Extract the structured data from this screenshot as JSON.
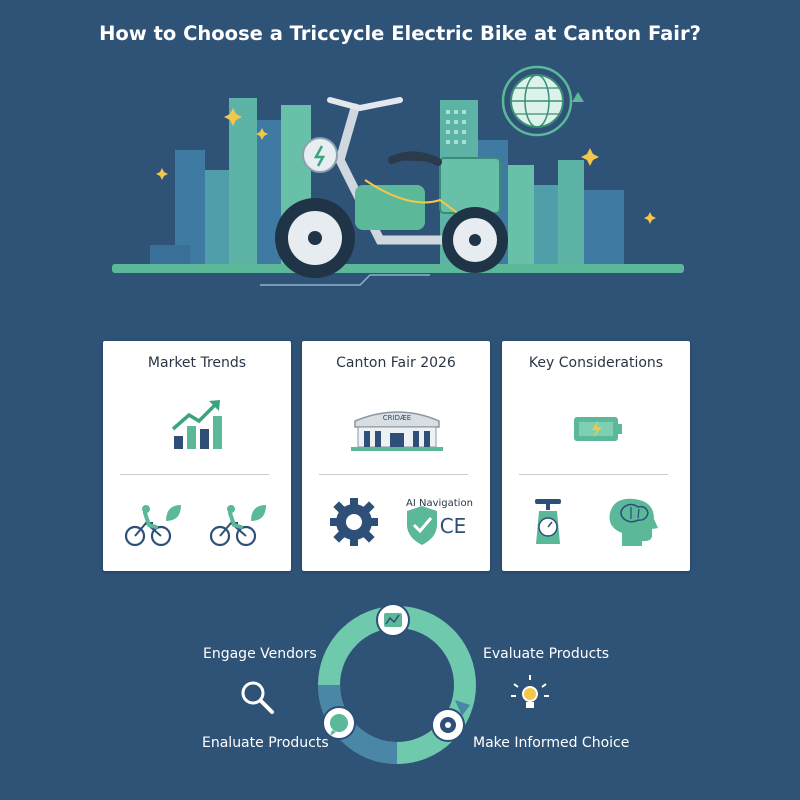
{
  "title": "How to Choose a Triccycle Electric Bike at Canton Fair?",
  "colors": {
    "background": "#2f5277",
    "teal": "#5bb899",
    "navy": "#2d4f78",
    "card": "#ffffff",
    "accent_yellow": "#f3c84a"
  },
  "hero": {
    "icons": [
      "city-skyline-icon",
      "electric-tricycle-icon",
      "globe-icon",
      "sparkle-icon"
    ]
  },
  "cards": [
    {
      "title": "Market Trends",
      "top_icon": "growth-chart-icon",
      "bottom_icons": [
        "cyclist-leaf-icon",
        "cyclist-leaf-icon"
      ]
    },
    {
      "title": "Canton Fair 2026",
      "building_sign": "CRIDÆE",
      "top_icon": "exhibition-hall-icon",
      "bottom_label": "AI Navigation",
      "bottom_icons": [
        "gear-icon",
        "shield-check-icon",
        "ce-mark-icon"
      ],
      "ce_text": "CE"
    },
    {
      "title": "Key Considerations",
      "top_icon": "battery-icon",
      "bottom_icons": [
        "weighing-scale-icon",
        "brain-head-icon"
      ]
    }
  ],
  "cycle": {
    "labels": {
      "top_left": "Engage Vendors",
      "top_right": "Evaluate Products",
      "bottom_left": "Enaluate Products",
      "bottom_right": "Make Informed Choice"
    },
    "icons": [
      "dashboard-icon",
      "chat-bubble-icon",
      "gear-check-icon",
      "magnifier-icon",
      "lightbulb-icon"
    ]
  }
}
